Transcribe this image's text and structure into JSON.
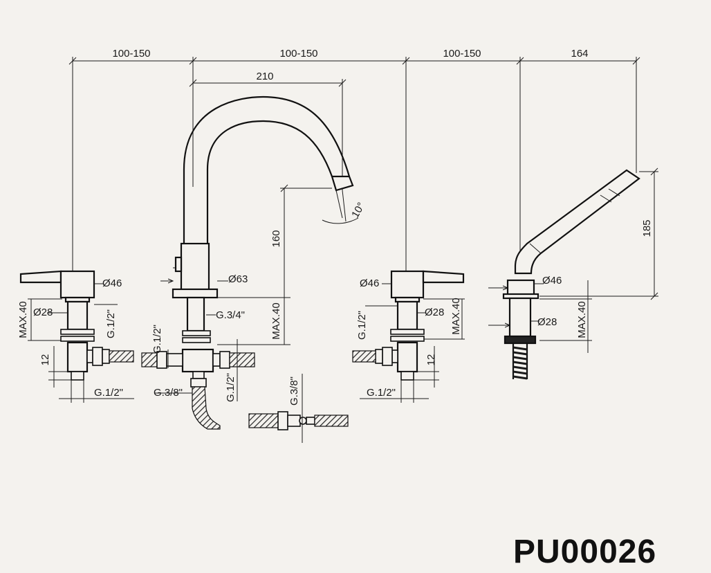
{
  "product_code": "PU00026",
  "dims": {
    "spacing_left": "100-150",
    "spacing_middle": "100-150",
    "spacing_right": "100-150",
    "shower_offset": "164",
    "spout_reach": "210",
    "spout_height": "160",
    "spout_angle": "10°",
    "shower_length": "185",
    "max_deck": "MAX.40",
    "dia_46": "Ø46",
    "dia_63": "Ø63",
    "dia_28": "Ø28",
    "thread_half": "G.1/2\"",
    "thread_three_quarter": "G.3/4\"",
    "thread_three_eighth": "G.3/8\"",
    "nipple_len": "12"
  }
}
